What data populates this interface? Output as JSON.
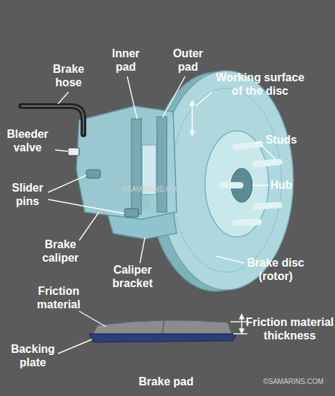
{
  "diagram": {
    "labels": [
      "Brake hose",
      "Inner pad",
      "Outer pad",
      "Working surface of the disc",
      "Bleeder valve",
      "Studs",
      "Hub",
      "Slider pins",
      "©SAMARINS.COM",
      "Brake caliper",
      "Caliper bracket",
      "Brake disc (rotor)",
      "Friction material",
      "Friction material thickness",
      "Backing plate",
      "Brake pad",
      "©SAMARINS.COM"
    ]
  }
}
